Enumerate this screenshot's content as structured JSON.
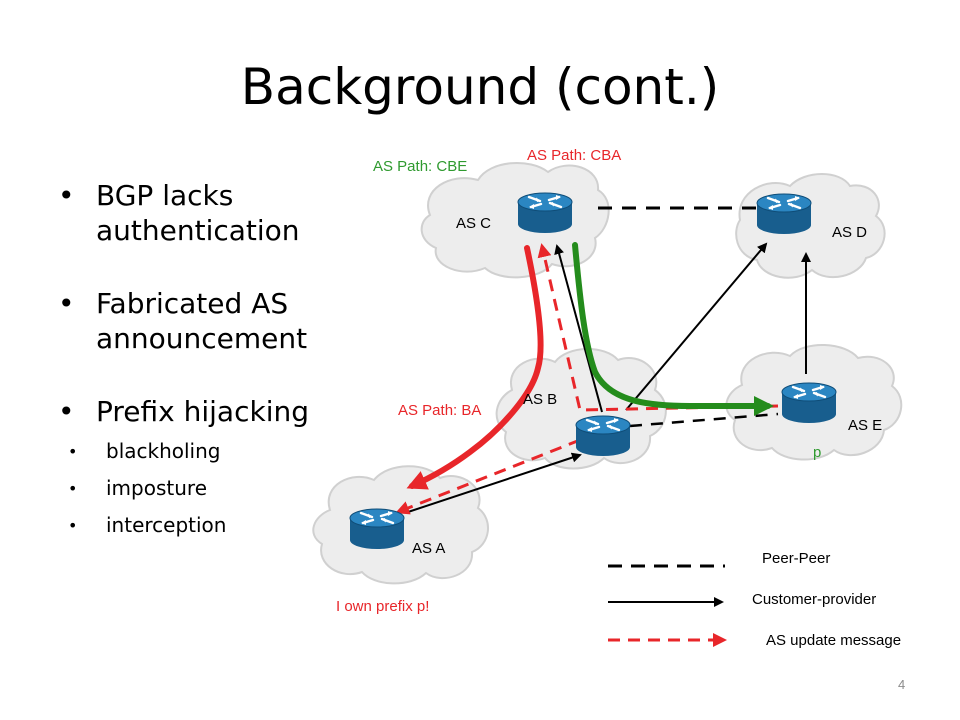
{
  "slide": {
    "title": "Background (cont.)",
    "page_number": "4"
  },
  "bullets": [
    {
      "text": "BGP lacks authentication",
      "lines": [
        "BGP lacks",
        "authentication"
      ]
    },
    {
      "text": "Fabricated AS announcement",
      "lines": [
        "Fabricated AS",
        "announcement"
      ]
    },
    {
      "text": "Prefix hijacking",
      "lines": [
        "Prefix hijacking"
      ],
      "sub": [
        "blackholing",
        "imposture",
        "interception"
      ]
    }
  ],
  "bullet_glyph": "•",
  "diagram": {
    "nodes": [
      {
        "id": "A",
        "label": "AS A",
        "icon": "router-icon"
      },
      {
        "id": "B",
        "label": "AS B",
        "icon": "router-icon"
      },
      {
        "id": "C",
        "label": "AS C",
        "icon": "router-icon"
      },
      {
        "id": "D",
        "label": "AS D",
        "icon": "router-icon"
      },
      {
        "id": "E",
        "label": "AS E",
        "icon": "router-icon"
      }
    ],
    "links": [
      {
        "from": "C",
        "to": "D",
        "type": "peer-peer"
      },
      {
        "from": "B",
        "to": "E",
        "type": "peer-peer"
      },
      {
        "from": "A",
        "to": "B",
        "type": "customer-provider"
      },
      {
        "from": "B",
        "to": "C",
        "type": "customer-provider"
      },
      {
        "from": "B",
        "to": "D",
        "type": "customer-provider"
      },
      {
        "from": "E",
        "to": "D",
        "type": "customer-provider"
      }
    ],
    "annotations": {
      "as_path_cbe": "AS Path: CBE",
      "as_path_cba": "AS Path: CBA",
      "as_path_ba": "AS Path: BA",
      "prefix_p": "p",
      "own_prefix": "I own prefix p!"
    },
    "legend": {
      "peer": "Peer-Peer",
      "customer": "Customer-provider",
      "update": "AS update message"
    },
    "colors": {
      "red": "#e8262a",
      "green": "#248c1c",
      "router": "#1f6fa5",
      "cloud": "#eeeeee",
      "cloud_edge": "#d3d3d3",
      "link": "#000000",
      "annotation_green": "#2f9a2f"
    }
  }
}
